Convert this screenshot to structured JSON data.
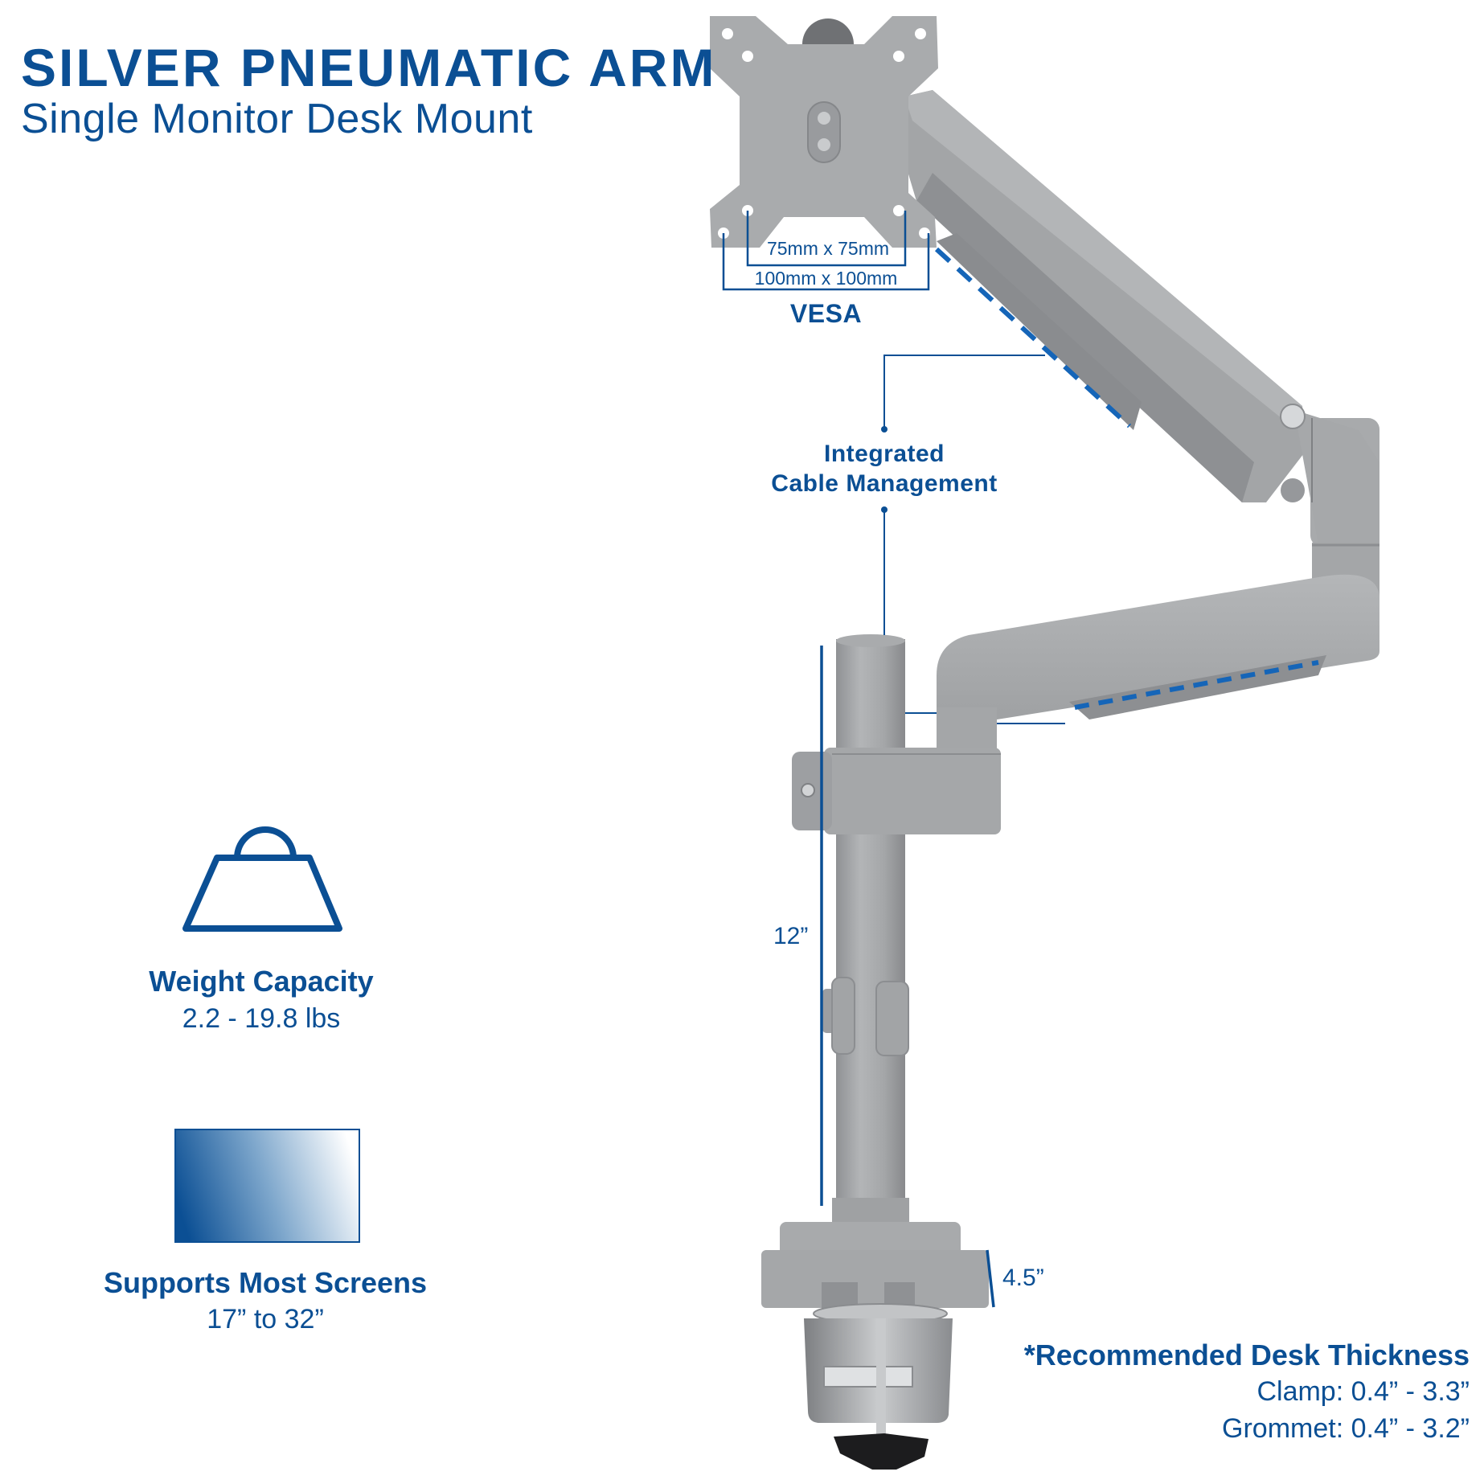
{
  "header": {
    "title": "SILVER PNEUMATIC ARM",
    "subtitle": "Single Monitor Desk Mount"
  },
  "features": [
    {
      "icon": "weight-icon",
      "title": "Weight Capacity",
      "value": "2.2 - 19.8 lbs"
    },
    {
      "icon": "screen-gradient-icon",
      "title": "Supports Most Screens",
      "value": "17” to 32”"
    }
  ],
  "callouts": {
    "vesa": {
      "inner": "75mm x 75mm",
      "outer": "100mm x 100mm",
      "label": "VESA"
    },
    "cable_management": {
      "line1": "Integrated",
      "line2": "Cable Management"
    },
    "pole_height": "12”",
    "base_height": "4.5”"
  },
  "desk_thickness": {
    "title": "*Recommended Desk Thickness",
    "clamp": "Clamp: 0.4” - 3.3”",
    "grommet": "Grommet: 0.4” - 3.2”"
  },
  "colors": {
    "brand_blue": "#0b4f94",
    "accent_blue": "#1565b8",
    "silver": "#a9abad"
  }
}
